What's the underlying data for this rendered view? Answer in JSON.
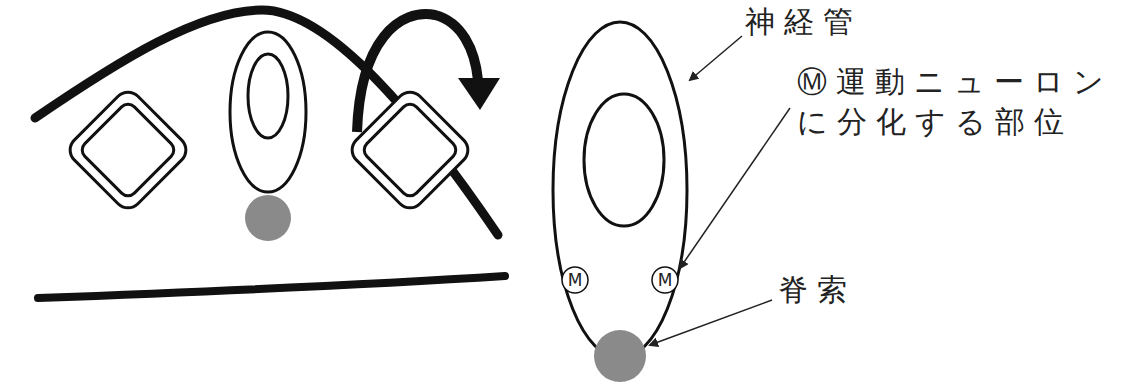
{
  "diagram": {
    "nodes": [
      {
        "text": [
          "M"
        ]
      },
      {
        "text": [
          "M"
        ]
      }
    ],
    "labels": [
      "神経管",
      "Ⓜ運動ニューロン に分化する部位",
      "脊索"
    ]
  }
}
